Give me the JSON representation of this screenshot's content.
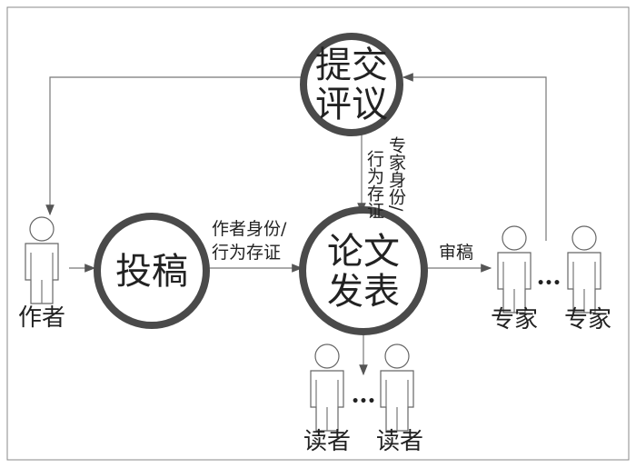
{
  "nodes": {
    "review": [
      "提交",
      "评议"
    ],
    "submit": "投稿",
    "publish": [
      "论文",
      "发表"
    ]
  },
  "edge_labels": {
    "author_identity": [
      "作者身份/",
      "行为存证"
    ],
    "expert_identity": "专家身份/",
    "expert_behavior": "行为存证",
    "review_work": "审稿"
  },
  "actors": {
    "author": "作者",
    "expert": "专家",
    "reader": "读者",
    "ellipsis": "•••"
  }
}
